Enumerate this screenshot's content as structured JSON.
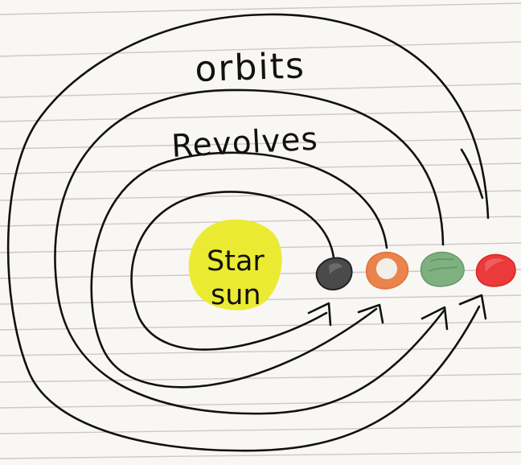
{
  "diagram": {
    "labels": {
      "orbits": "orbits",
      "revolves": "Revolves",
      "star": "Star",
      "sun": "sun"
    },
    "colors": {
      "paper": "#f8f7f4",
      "rule_line": "#cfc6cb",
      "ink": "#111111",
      "sun_yellow": "#eaea2c",
      "planet_gray": "#4a4a4a",
      "planet_orange": "#e9844c",
      "planet_orange_center": "#f2efe8",
      "planet_green": "#7fb180",
      "planet_red": "#ea3a3a"
    },
    "planets": [
      {
        "name": "gray-planet",
        "color": "#4a4a4a"
      },
      {
        "name": "orange-planet",
        "color": "#e9844c"
      },
      {
        "name": "green-planet",
        "color": "#7fb180"
      },
      {
        "name": "red-planet",
        "color": "#ea3a3a"
      }
    ]
  }
}
